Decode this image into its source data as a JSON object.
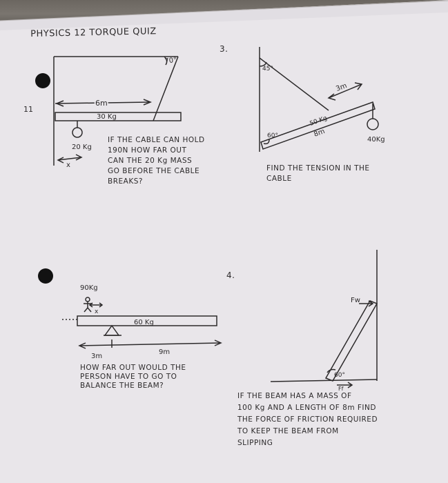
{
  "title": "PHYSICS 12 TORQUE QUIZ",
  "problems": [
    {
      "number": "",
      "margin_mark": "11",
      "labels": {
        "angle": "70°",
        "distance": "6m",
        "beam_mass": "30 Kg",
        "hanging_mass": "20 Kg",
        "variable": "x"
      },
      "question": "IF THE CABLE CAN HOLD\n190N HOW FAR OUT\nCAN THE 20 Kg MASS\nGO BEFORE THE CABLE\nBREAKS?"
    },
    {
      "number": "3.",
      "labels": {
        "top_angle": "45°",
        "cable_length": "3m",
        "beam_mass": "50 Kg",
        "beam_length": "8m",
        "bottom_angle": "60°",
        "hanging_mass": "40Kg"
      },
      "question": "FIND THE TENSION IN THE\nCABLE"
    },
    {
      "number": "",
      "labels": {
        "person_mass": "90Kg",
        "variable": "x",
        "beam_mass": "60 Kg",
        "left_distance": "3m",
        "right_distance": "9m"
      },
      "question": "HOW FAR OUT WOULD THE\nPERSON HAVE TO GO TO\nBALANCE THE BEAM?"
    },
    {
      "number": "4.",
      "labels": {
        "wall_force": "Fw",
        "angle": "60°",
        "friction": "Ff"
      },
      "question": "IF THE BEAM HAS A MASS OF\n100 Kg AND A LENGTH OF 8m FIND\nTHE FORCE OF FRICTION REQUIRED\nTO KEEP THE BEAM FROM\nSLIPPING"
    }
  ],
  "colors": {
    "paper": "#e9e6ea",
    "ink": "#2c2a2b",
    "background": "#4a4540"
  }
}
